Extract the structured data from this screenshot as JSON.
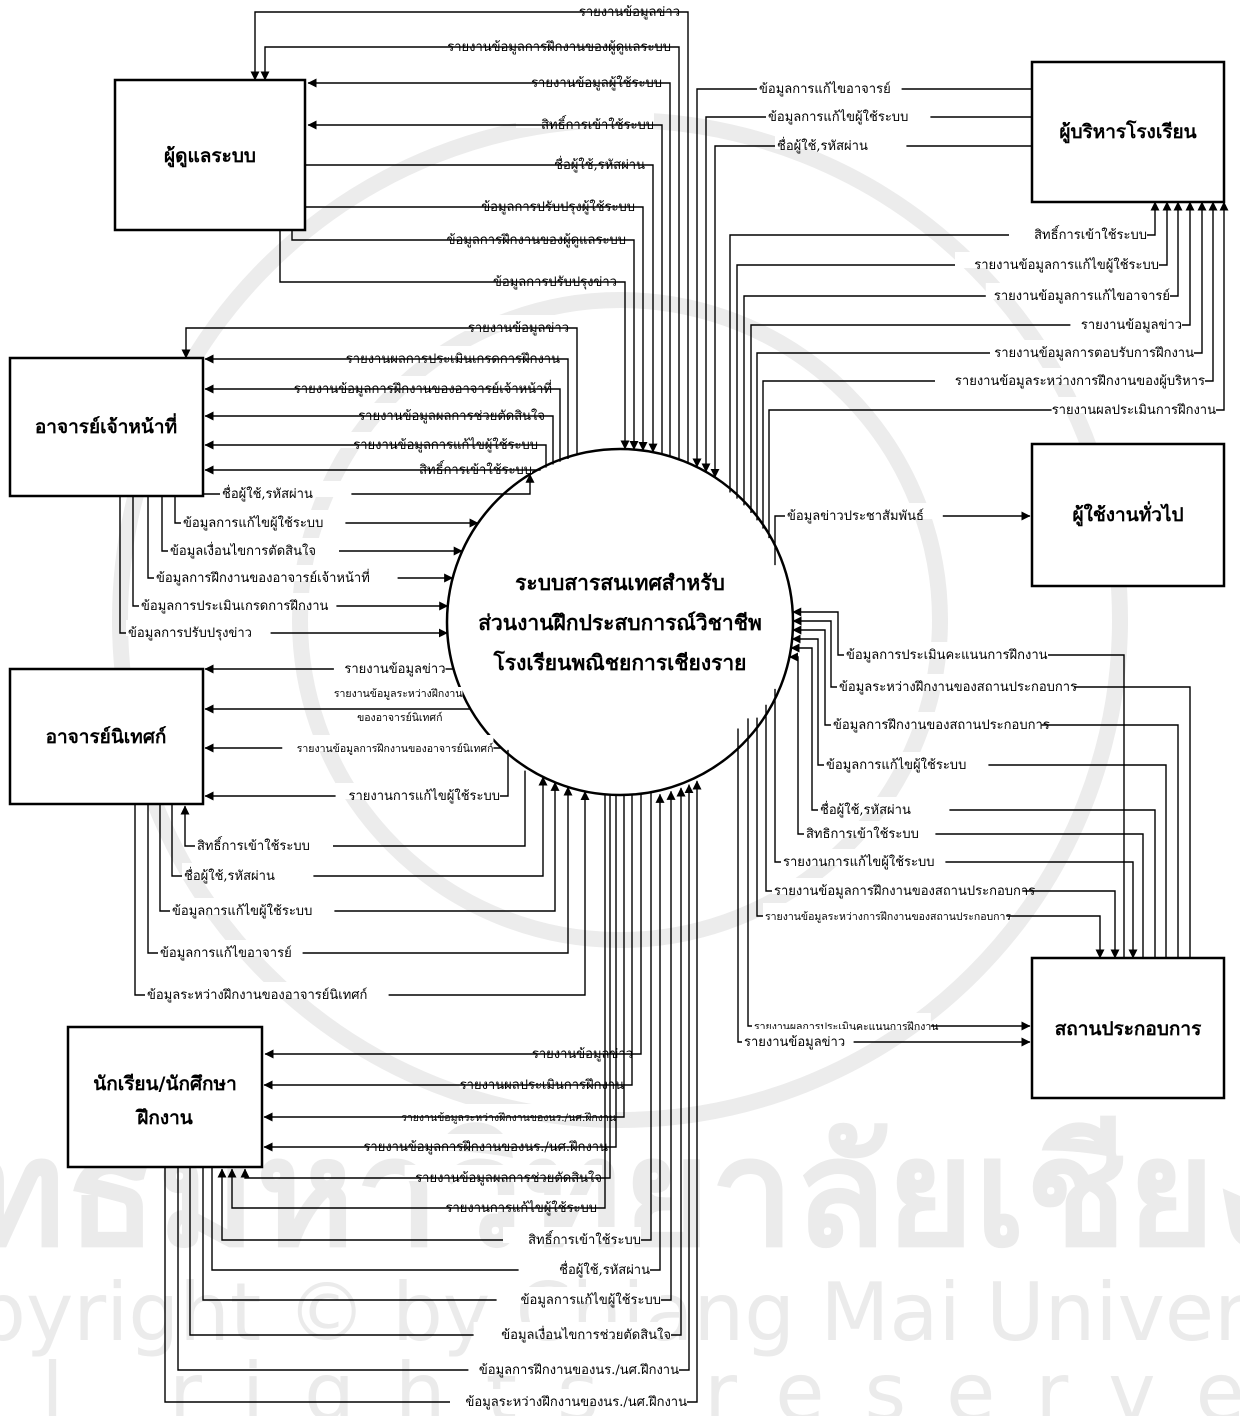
{
  "watermark": {
    "thai": "ลิขสิทธิ์มหาวิทยาลัยเชียงใหม่",
    "copyright": "Copyright © by Chiang Mai University",
    "rights": "All rights reserved"
  },
  "process": {
    "line1": "ระบบสารสนเทศสำหรับ",
    "line2": "ส่วนงานฝึกประสบการณ์วิชาชีพ",
    "line3": "โรงเรียนพณิชยการเชียงราย"
  },
  "entities": {
    "admin": "ผู้ดูแลระบบ",
    "director": "ผู้บริหารโรงเรียน",
    "staff_teacher": "อาจารย์เจ้าหน้าที่",
    "public_user": "ผู้ใช้งานทั่วไป",
    "supervisor": "อาจารย์นิเทศก์",
    "company": "สถานประกอบการ",
    "student_line1": "นักเรียน/นักศึกษา",
    "student_line2": "ฝึกงาน"
  },
  "flows": {
    "admin": [
      "รายงานข้อมูลข่าว",
      "รายงานข้อมูลการฝึกงานของผู้ดูแลระบบ",
      "รายงานข้อมูลผู้ใช้ระบบ",
      "สิทธิ์การเข้าใช้ระบบ",
      "ชื่อผู้ใช้,รหัสผ่าน",
      "ข้อมูลการปรับปรุงผู้ใช้ระบบ",
      "ข้อมูลการฝึกงานของผู้ดูแลระบบ",
      "ข้อมูลการปรับปรุงข่าว"
    ],
    "director_in": [
      "ข้อมูลการแก้ไขอาจารย์",
      "ข้อมูลการแก้ไขผู้ใช้ระบบ",
      "ชื่อผู้ใช้,รหัสผ่าน"
    ],
    "director_out": [
      "สิทธิ์การเข้าใช้ระบบ",
      "รายงานข้อมูลการแก้ไขผู้ใช้ระบบ",
      "รายงานข้อมูลการแก้ไขอาจารย์",
      "รายงานข้อมูลข่าว",
      "รายงานข้อมูลการตอบรับการฝึกงาน",
      "รายงานข้อมูลระหว่างการฝึกงานของผู้บริหาร",
      "รายงานผลประเมินการฝึกงาน"
    ],
    "staff_out": [
      "รายงานข้อมูลข่าว",
      "รายงานผลการประเมินเกรดการฝึกงาน",
      "รายงานข้อมูลการฝึกงานของอาจารย์เจ้าหน้าที่",
      "รายงานข้อมูลผลการช่วยตัดสินใจ",
      "รายงานข้อมูลการแก้ไขผู้ใช้ระบบ",
      "สิทธิ์การเข้าใช้ระบบ"
    ],
    "staff_in": [
      "ชื่อผู้ใช้,รหัสผ่าน",
      "ข้อมูลการแก้ไขผู้ใช้ระบบ",
      "ข้อมูลเงื่อนไขการตัดสินใจ",
      "ข้อมูลการฝึกงานของอาจารย์เจ้าหน้าที่",
      "ข้อมูลการประเมินเกรดการฝึกงาน",
      "ข้อมูลการปรับปรุงข่าว"
    ],
    "public": "ข้อมูลข่าวประชาสัมพันธ์",
    "supervisor_out": [
      "รายงานข้อมูลข่าว",
      "รายงานข้อมูลระหว่างฝึกงาน",
      "ของอาจารย์นิเทศก์",
      "รายงานข้อมูลการฝึกงานของอาจารย์นิเทศก์",
      "รายงานการแก้ไขผู้ใช้ระบบ"
    ],
    "supervisor_in": [
      "สิทธิ์การเข้าใช้ระบบ",
      "ชื่อผู้ใช้,รหัสผ่าน",
      "ข้อมูลการแก้ไขผู้ใช้ระบบ",
      "ข้อมูลการแก้ไขอาจารย์",
      "ข้อมูลระหว่างฝึกงานของอาจารย์นิเทศก์"
    ],
    "company_in": [
      "ข้อมูลการประเมินคะแนนการฝึกงาน",
      "ข้อมูลระหว่างฝึกงานของสถานประกอบการ",
      "ข้อมูลการฝึกงานของสถานประกอบการ",
      "ข้อมูลการแก้ไขผู้ใช้ระบบ",
      "ชื่อผู้ใช้,รหัสผ่าน",
      "สิทธิการเข้าใช้ระบบ"
    ],
    "company_out": [
      "รายงานการแก้ไขผู้ใช้ระบบ",
      "รายงานข้อมูลการฝึกงานของสถานประกอบการ",
      "รายงานข้อมูลระหว่างการฝึกงานของสถานประกอบการ",
      "รายงานผลการประเมินคะแนนการฝึกงาน",
      "รายงานข้อมูลข่าว"
    ],
    "student_out": [
      "รายงานข้อมูลข่าว",
      "รายงานผลประเมินการฝึกงาน",
      "รายงานข้อมูลระหว่างฝึกงานของนร./นศ.ฝึกงาน",
      "รายงานข้อมูลการฝึกงานของนร./นศ.ฝึกงาน",
      "รายงานข้อมูลผลการช่วยตัดสินใจ",
      "รายงานการแก้ไขผู้ใช้ระบบ"
    ],
    "student_in": [
      "สิทธิ์การเข้าใช้ระบบ",
      "ชื่อผู้ใช้,รหัสผ่าน",
      "ข้อมูลการแก้ไขผู้ใช้ระบบ",
      "ข้อมูลเงื่อนไขการช่วยตัดสินใจ",
      "ข้อมูลการฝึกงานของนร./นศ.ฝึกงาน",
      "ข้อมูลระหว่างฝึกงานของนร./นศ.ฝึกงาน"
    ]
  }
}
